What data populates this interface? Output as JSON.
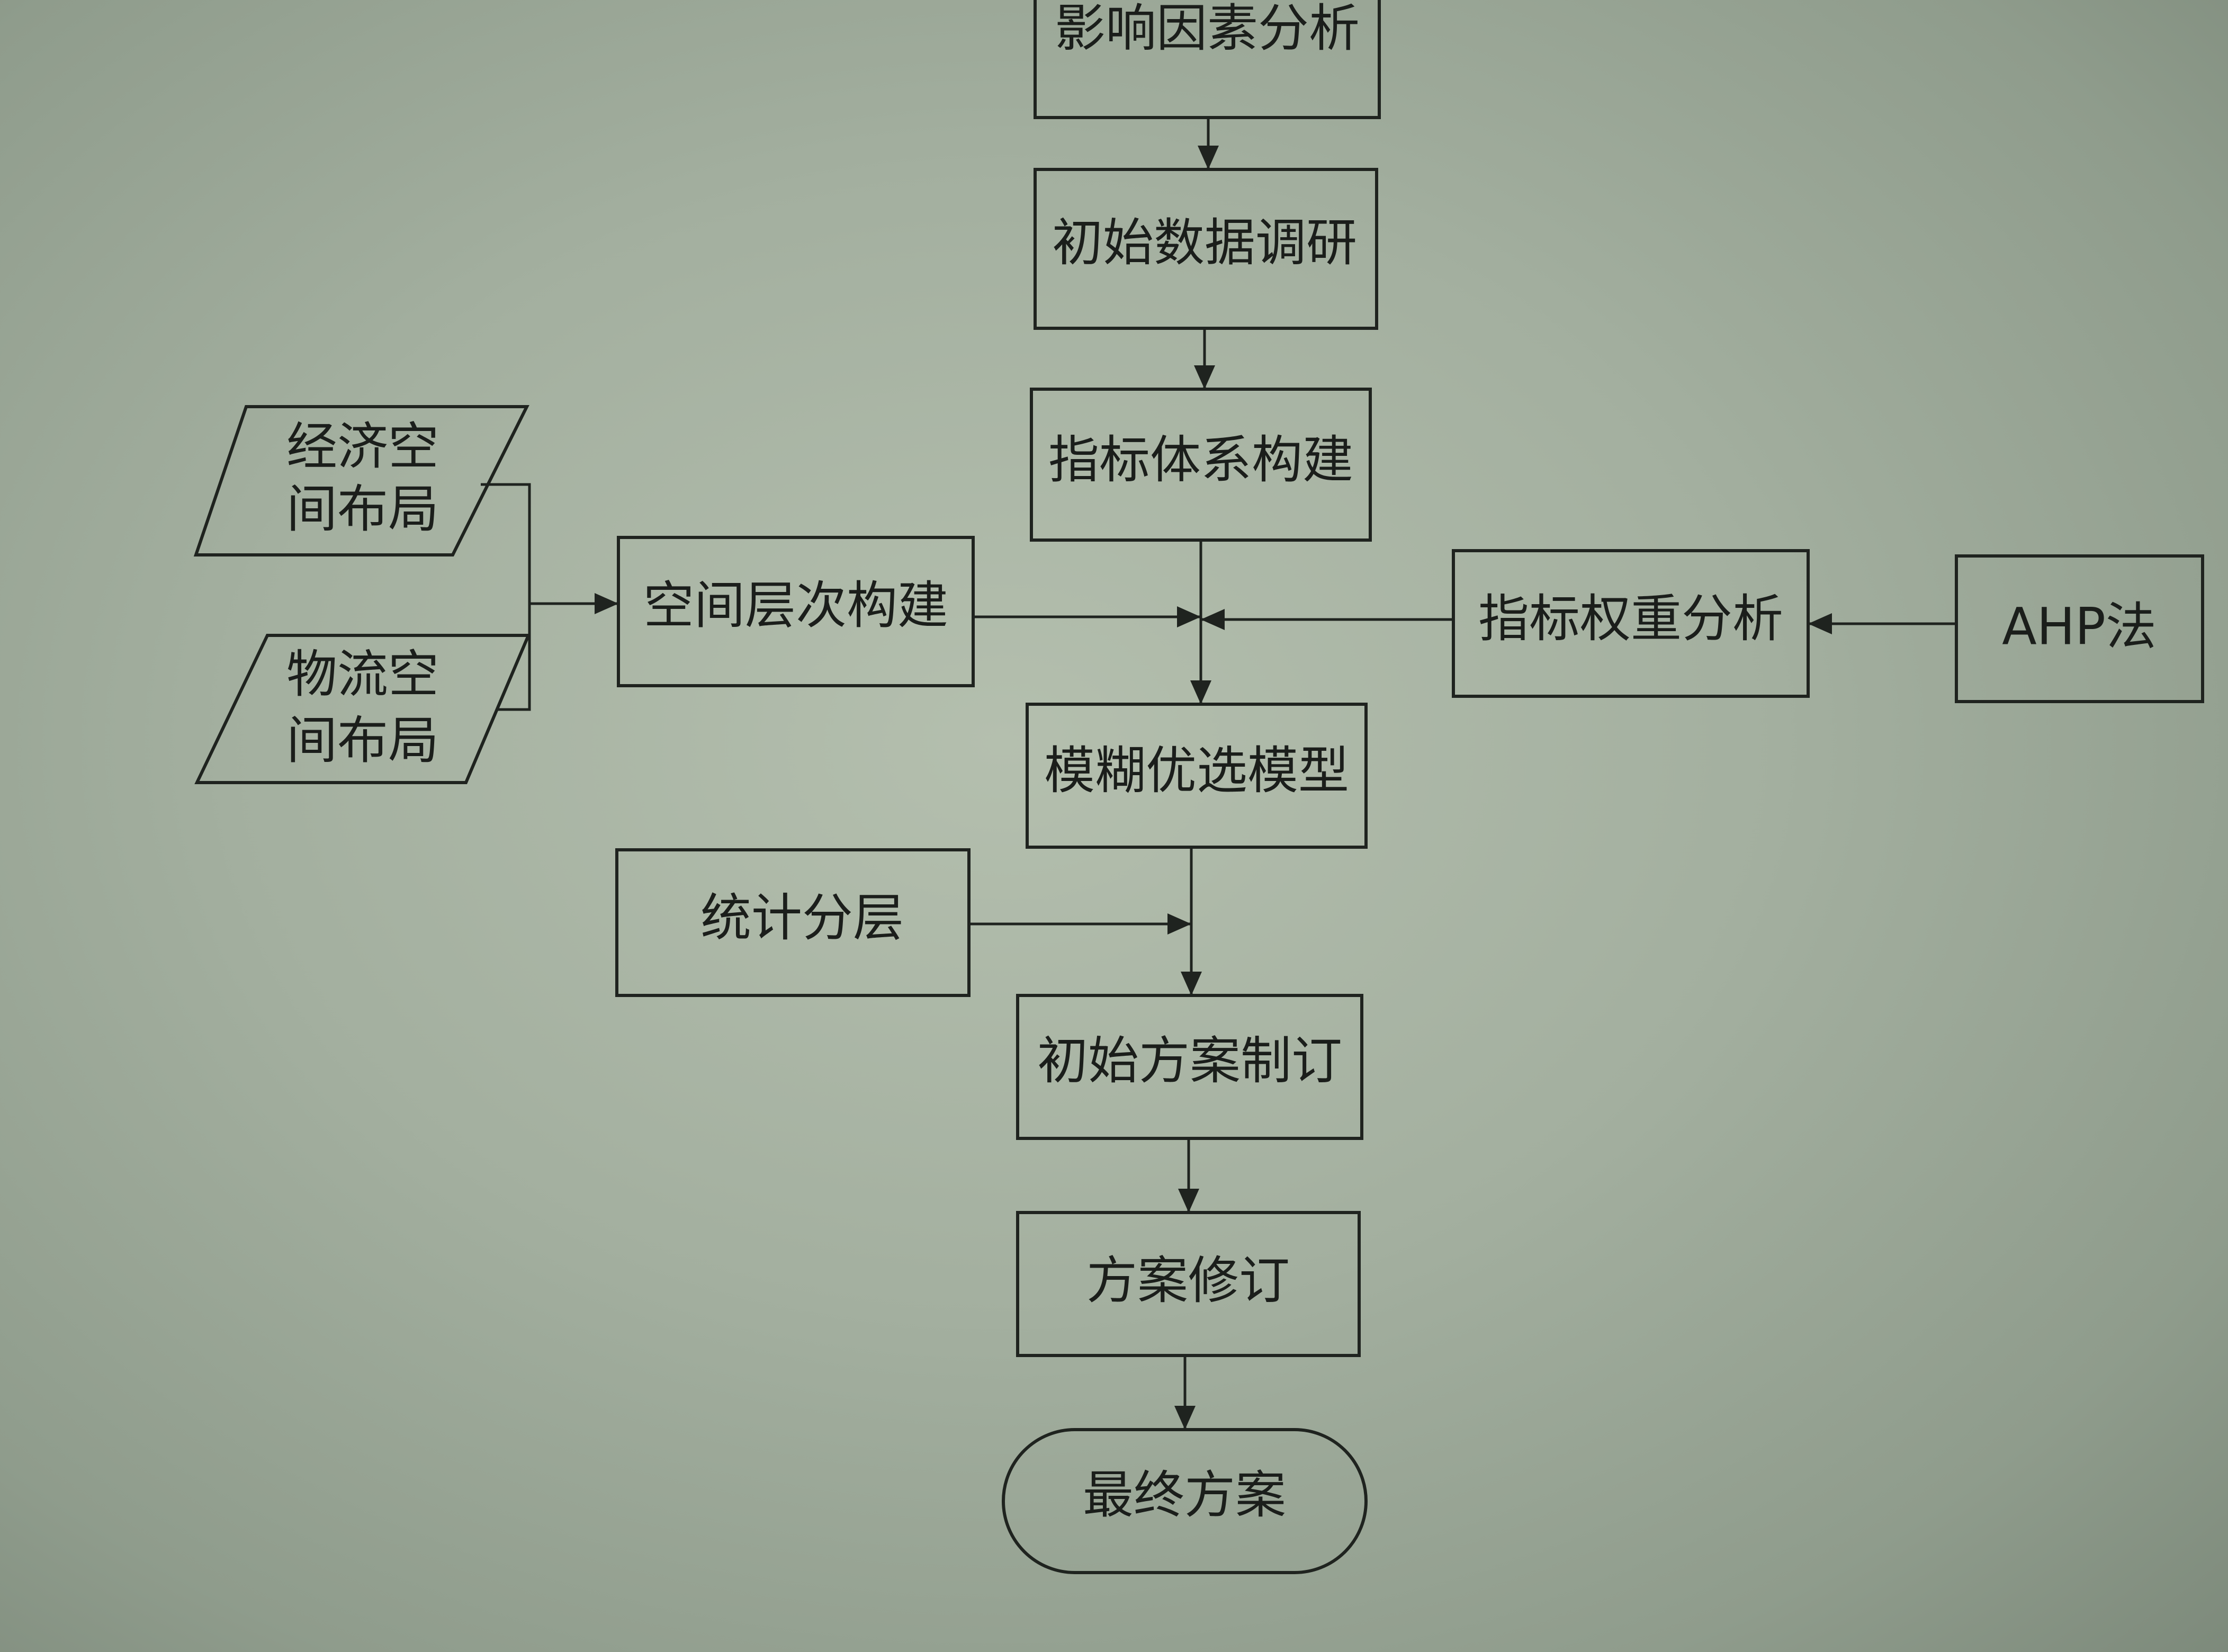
{
  "nodes": {
    "influence": "影响因素分析",
    "survey": "初始数据调研",
    "indicator_system": "指标体系构建",
    "economic_line1": "经济空",
    "economic_line2": "间布局",
    "logistics_line1": "物流空",
    "logistics_line2": "间布局",
    "spatial_levels": "空间层次构建",
    "weight_analysis": "指标权重分析",
    "ahp": "AHP法",
    "fuzzy_model": "模糊优选模型",
    "stratification": "统计分层",
    "initial_plan": "初始方案制订",
    "plan_revision": "方案修订",
    "final_plan": "最终方案"
  }
}
